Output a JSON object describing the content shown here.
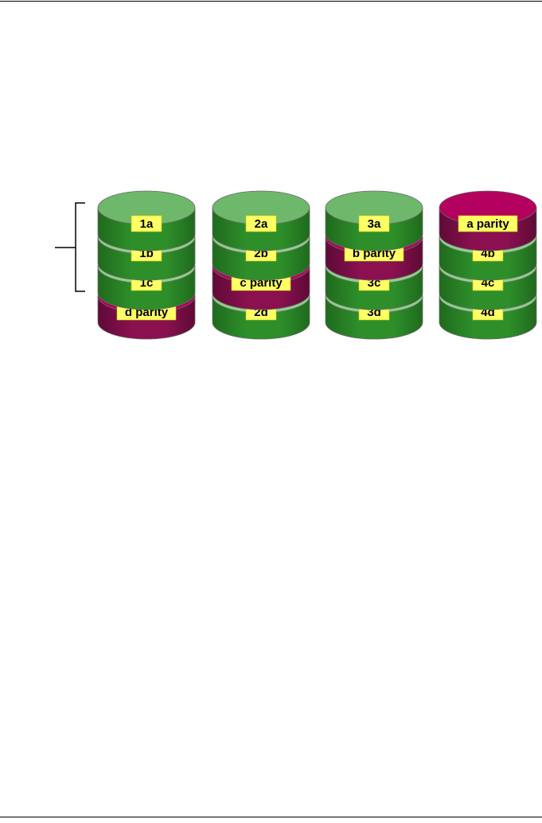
{
  "diagram": {
    "type": "raid-5-striping-with-distributed-parity",
    "colors": {
      "data_top": "#6db86a",
      "data_side": "#2e8f2a",
      "data_side_dark": "#1f6a1d",
      "data_rim": "#8fcf8a",
      "parity_top": "#b4005e",
      "parity_side": "#8a1050",
      "parity_side_dark": "#5e0a36",
      "label_fill": "#ffff66",
      "label_stroke": "#c8c800",
      "outline": "#6b6b6b"
    },
    "disks": [
      {
        "id": "disk-1",
        "blocks": [
          {
            "label": "1a",
            "kind": "data"
          },
          {
            "label": "1b",
            "kind": "data"
          },
          {
            "label": "1c",
            "kind": "data"
          },
          {
            "label": "d parity",
            "kind": "parity"
          }
        ]
      },
      {
        "id": "disk-2",
        "blocks": [
          {
            "label": "2a",
            "kind": "data"
          },
          {
            "label": "2b",
            "kind": "data"
          },
          {
            "label": "c parity",
            "kind": "parity"
          },
          {
            "label": "2d",
            "kind": "data"
          }
        ]
      },
      {
        "id": "disk-3",
        "blocks": [
          {
            "label": "3a",
            "kind": "data"
          },
          {
            "label": "b parity",
            "kind": "parity"
          },
          {
            "label": "3c",
            "kind": "data"
          },
          {
            "label": "3d",
            "kind": "data"
          }
        ]
      },
      {
        "id": "disk-4",
        "blocks": [
          {
            "label": "a parity",
            "kind": "parity"
          },
          {
            "label": "4b",
            "kind": "data"
          },
          {
            "label": "4c",
            "kind": "data"
          },
          {
            "label": "4d",
            "kind": "data"
          }
        ]
      }
    ]
  }
}
